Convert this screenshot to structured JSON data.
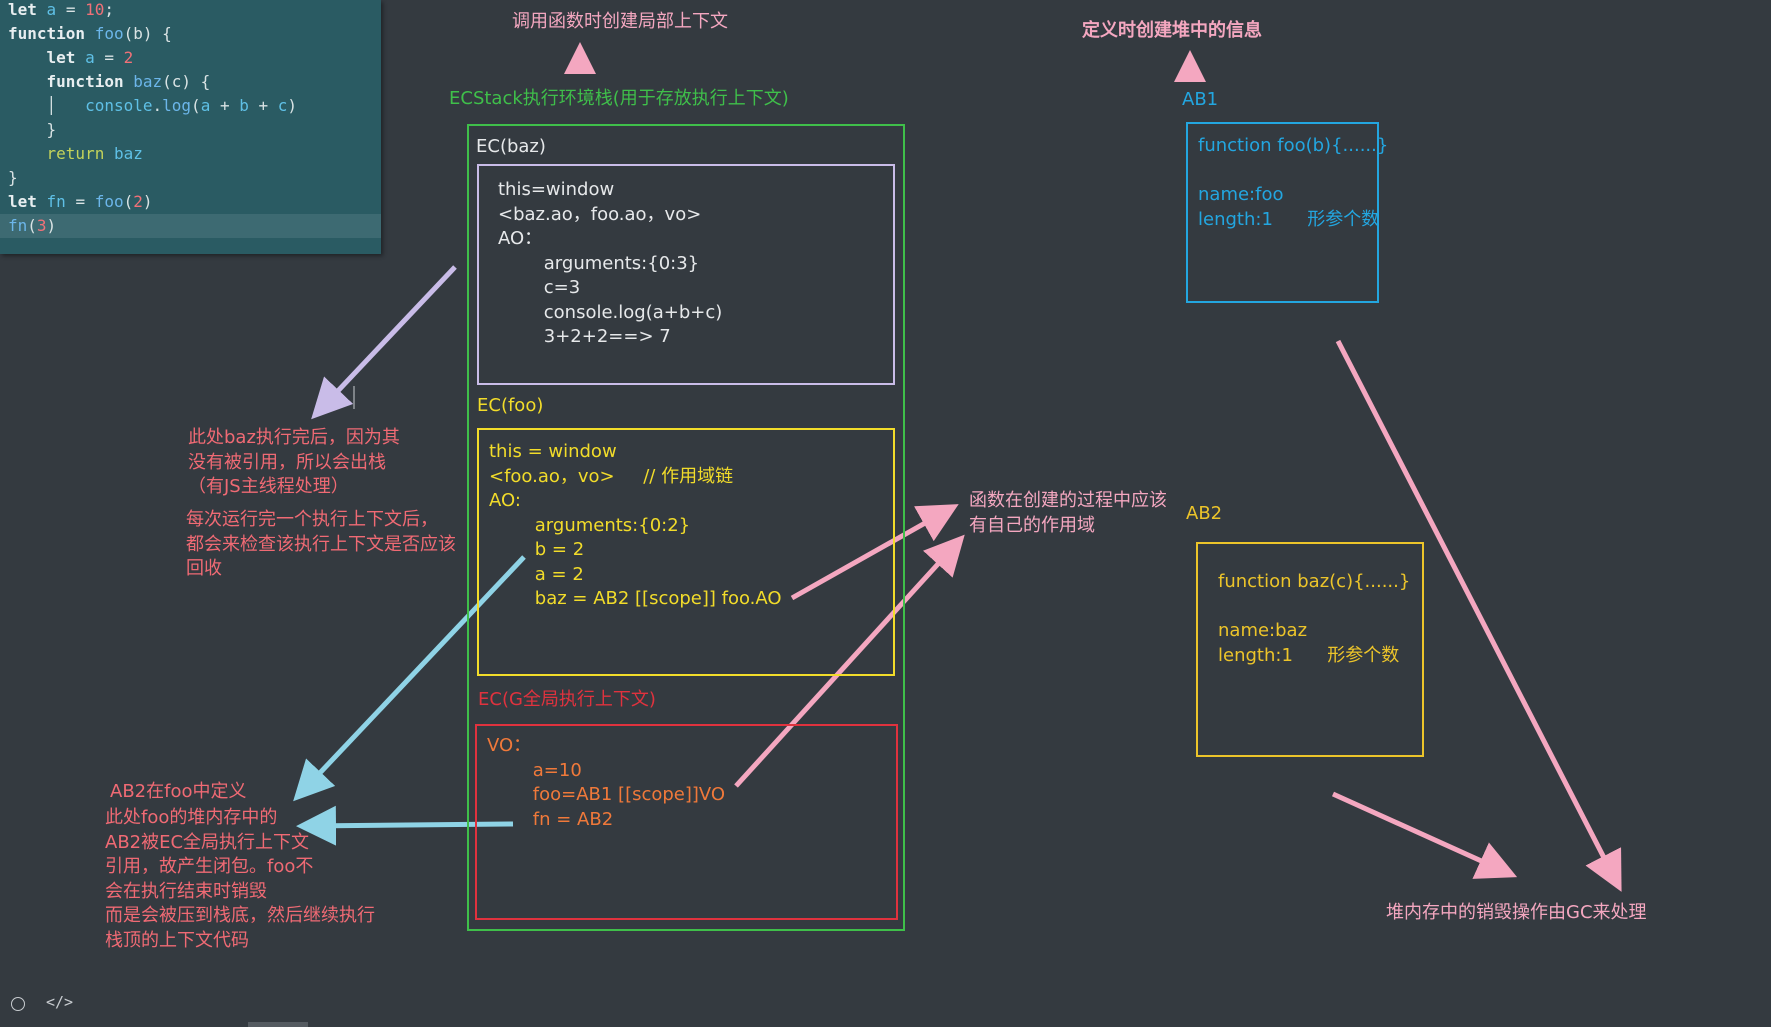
{
  "code": {
    "lines": [
      [
        {
          "t": "let",
          "c": "kw"
        },
        {
          "t": " "
        },
        {
          "t": "a",
          "c": "var"
        },
        {
          "t": " = "
        },
        {
          "t": "10",
          "c": "num"
        },
        {
          "t": ";"
        }
      ],
      [
        {
          "t": "function",
          "c": "kw"
        },
        {
          "t": " "
        },
        {
          "t": "foo",
          "c": "fn"
        },
        {
          "t": "(b) {"
        }
      ],
      [
        {
          "t": "    "
        },
        {
          "t": "let",
          "c": "kw"
        },
        {
          "t": " "
        },
        {
          "t": "a",
          "c": "var"
        },
        {
          "t": " = "
        },
        {
          "t": "2",
          "c": "num"
        }
      ],
      [
        {
          "t": "    "
        },
        {
          "t": "function",
          "c": "kw"
        },
        {
          "t": " "
        },
        {
          "t": "baz",
          "c": "fn"
        },
        {
          "t": "(c) {"
        }
      ],
      [
        {
          "t": "    │   "
        },
        {
          "t": "console",
          "c": "var"
        },
        {
          "t": "."
        },
        {
          "t": "log",
          "c": "fn"
        },
        {
          "t": "("
        },
        {
          "t": "a",
          "c": "var"
        },
        {
          "t": " + "
        },
        {
          "t": "b",
          "c": "var"
        },
        {
          "t": " + "
        },
        {
          "t": "c",
          "c": "var"
        },
        {
          "t": ")"
        }
      ],
      [
        {
          "t": "    }"
        }
      ],
      [
        {
          "t": "    "
        },
        {
          "t": "return",
          "c": "kwy"
        },
        {
          "t": " "
        },
        {
          "t": "baz",
          "c": "var"
        }
      ],
      [
        {
          "t": "}"
        }
      ],
      [
        {
          "t": "let",
          "c": "kw"
        },
        {
          "t": " "
        },
        {
          "t": "fn",
          "c": "var"
        },
        {
          "t": " = "
        },
        {
          "t": "foo",
          "c": "fn"
        },
        {
          "t": "("
        },
        {
          "t": "2",
          "c": "num"
        },
        {
          "t": ")"
        }
      ],
      [
        {
          "t": "fn",
          "c": "fn"
        },
        {
          "t": "("
        },
        {
          "t": "3",
          "c": "num"
        },
        {
          "t": ")"
        }
      ]
    ]
  },
  "top_note": "调用函数时创建局部上下文",
  "heap_note": "定义时创建堆中的信息",
  "ecstack_title": "ECStack执行环境栈(用于存放执行上下文)",
  "ec_baz": {
    "label": "EC(baz)",
    "lines": [
      "this=window",
      "<baz.ao，foo.ao，vo>",
      "AO：",
      "        arguments:{0:3}",
      "        c=3",
      "        console.log(a+b+c)",
      "        3+2+2==> 7"
    ]
  },
  "ec_foo": {
    "label": "EC(foo)",
    "lines": [
      "this = window",
      "<foo.ao，vo>     // 作用域链",
      "AO:",
      "        arguments:{0:2}",
      "        b = 2",
      "        a = 2",
      "        baz = AB2 [[scope]] foo.AO"
    ]
  },
  "ec_global": {
    "label": "EC(G全局执行上下文)",
    "lines": [
      "VO：",
      "        a=10",
      "        foo=AB1 [[scope]]VO",
      "        fn = AB2"
    ]
  },
  "ab1": {
    "label": "AB1",
    "lines": [
      "function foo(b){......}",
      "",
      "name:foo",
      "length:1      形参个数"
    ]
  },
  "ab2": {
    "label": "AB2",
    "lines": [
      "function baz(c){......}",
      "",
      "name:baz",
      "length:1      形参个数"
    ]
  },
  "note_baz_pop": [
    "此处baz执行完后，因为其",
    "没有被引用，所以会出栈",
    "（有JS主线程处理）"
  ],
  "note_check": [
    "每次运行完一个执行上下文后，",
    "都会来检查该执行上下文是否应该",
    "回收"
  ],
  "note_scope": [
    "函数在创建的过程中应该",
    "有自己的作用域"
  ],
  "note_ab2_title": "AB2在foo中定义",
  "note_closure": [
    "此处foo的堆内存中的",
    "AB2被EC全局执行上下文",
    "引用，故产生闭包。foo不",
    "会在执行结束时销毁",
    "而是会被压到栈底，然后继续执行",
    "栈顶的上下文代码"
  ],
  "note_gc": "堆内存中的销毁操作由GC来处理",
  "colors": {
    "pink": "#f4a7c0",
    "lavender": "#c9bce8",
    "cyan": "#8fd3e6",
    "green": "#3fbf4a",
    "yellow": "#f2dc2a",
    "red": "#e0323e",
    "blue": "#23a6e0",
    "orange": "#f0793a",
    "note_red": "#f06a74",
    "gold": "#ecc42a"
  },
  "icons": [
    "circle-icon",
    "code-icon"
  ]
}
